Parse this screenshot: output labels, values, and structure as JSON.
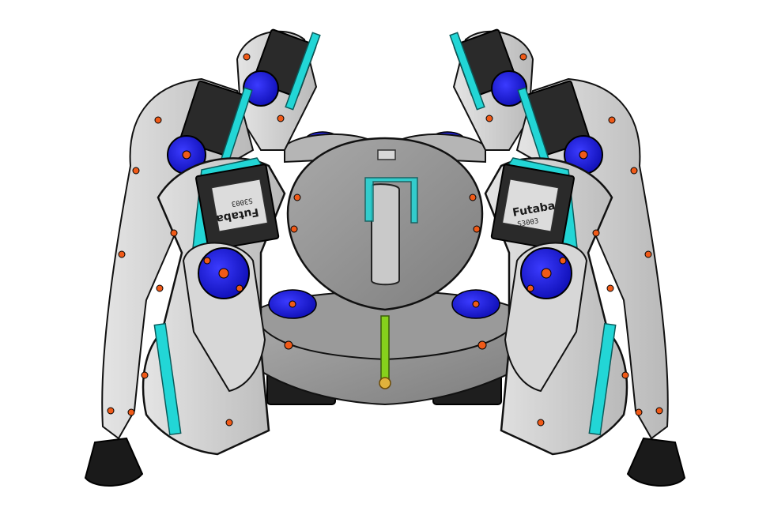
{
  "image": {
    "subject": "hexapod-robot-cad-render",
    "colors": {
      "plate": "#8a8a8a",
      "plate_light": "#b8b8b8",
      "leg": "#cfcfcf",
      "cyan": "#22d6d6",
      "horn": "#1818d8",
      "screw": "#f05a18",
      "servo": "#1e1e1e",
      "rod": "#86d11c",
      "nut": "#e0b23c",
      "outline": "#111111"
    }
  },
  "servo_labels": {
    "brand": "Futaba",
    "model": "S3003"
  }
}
